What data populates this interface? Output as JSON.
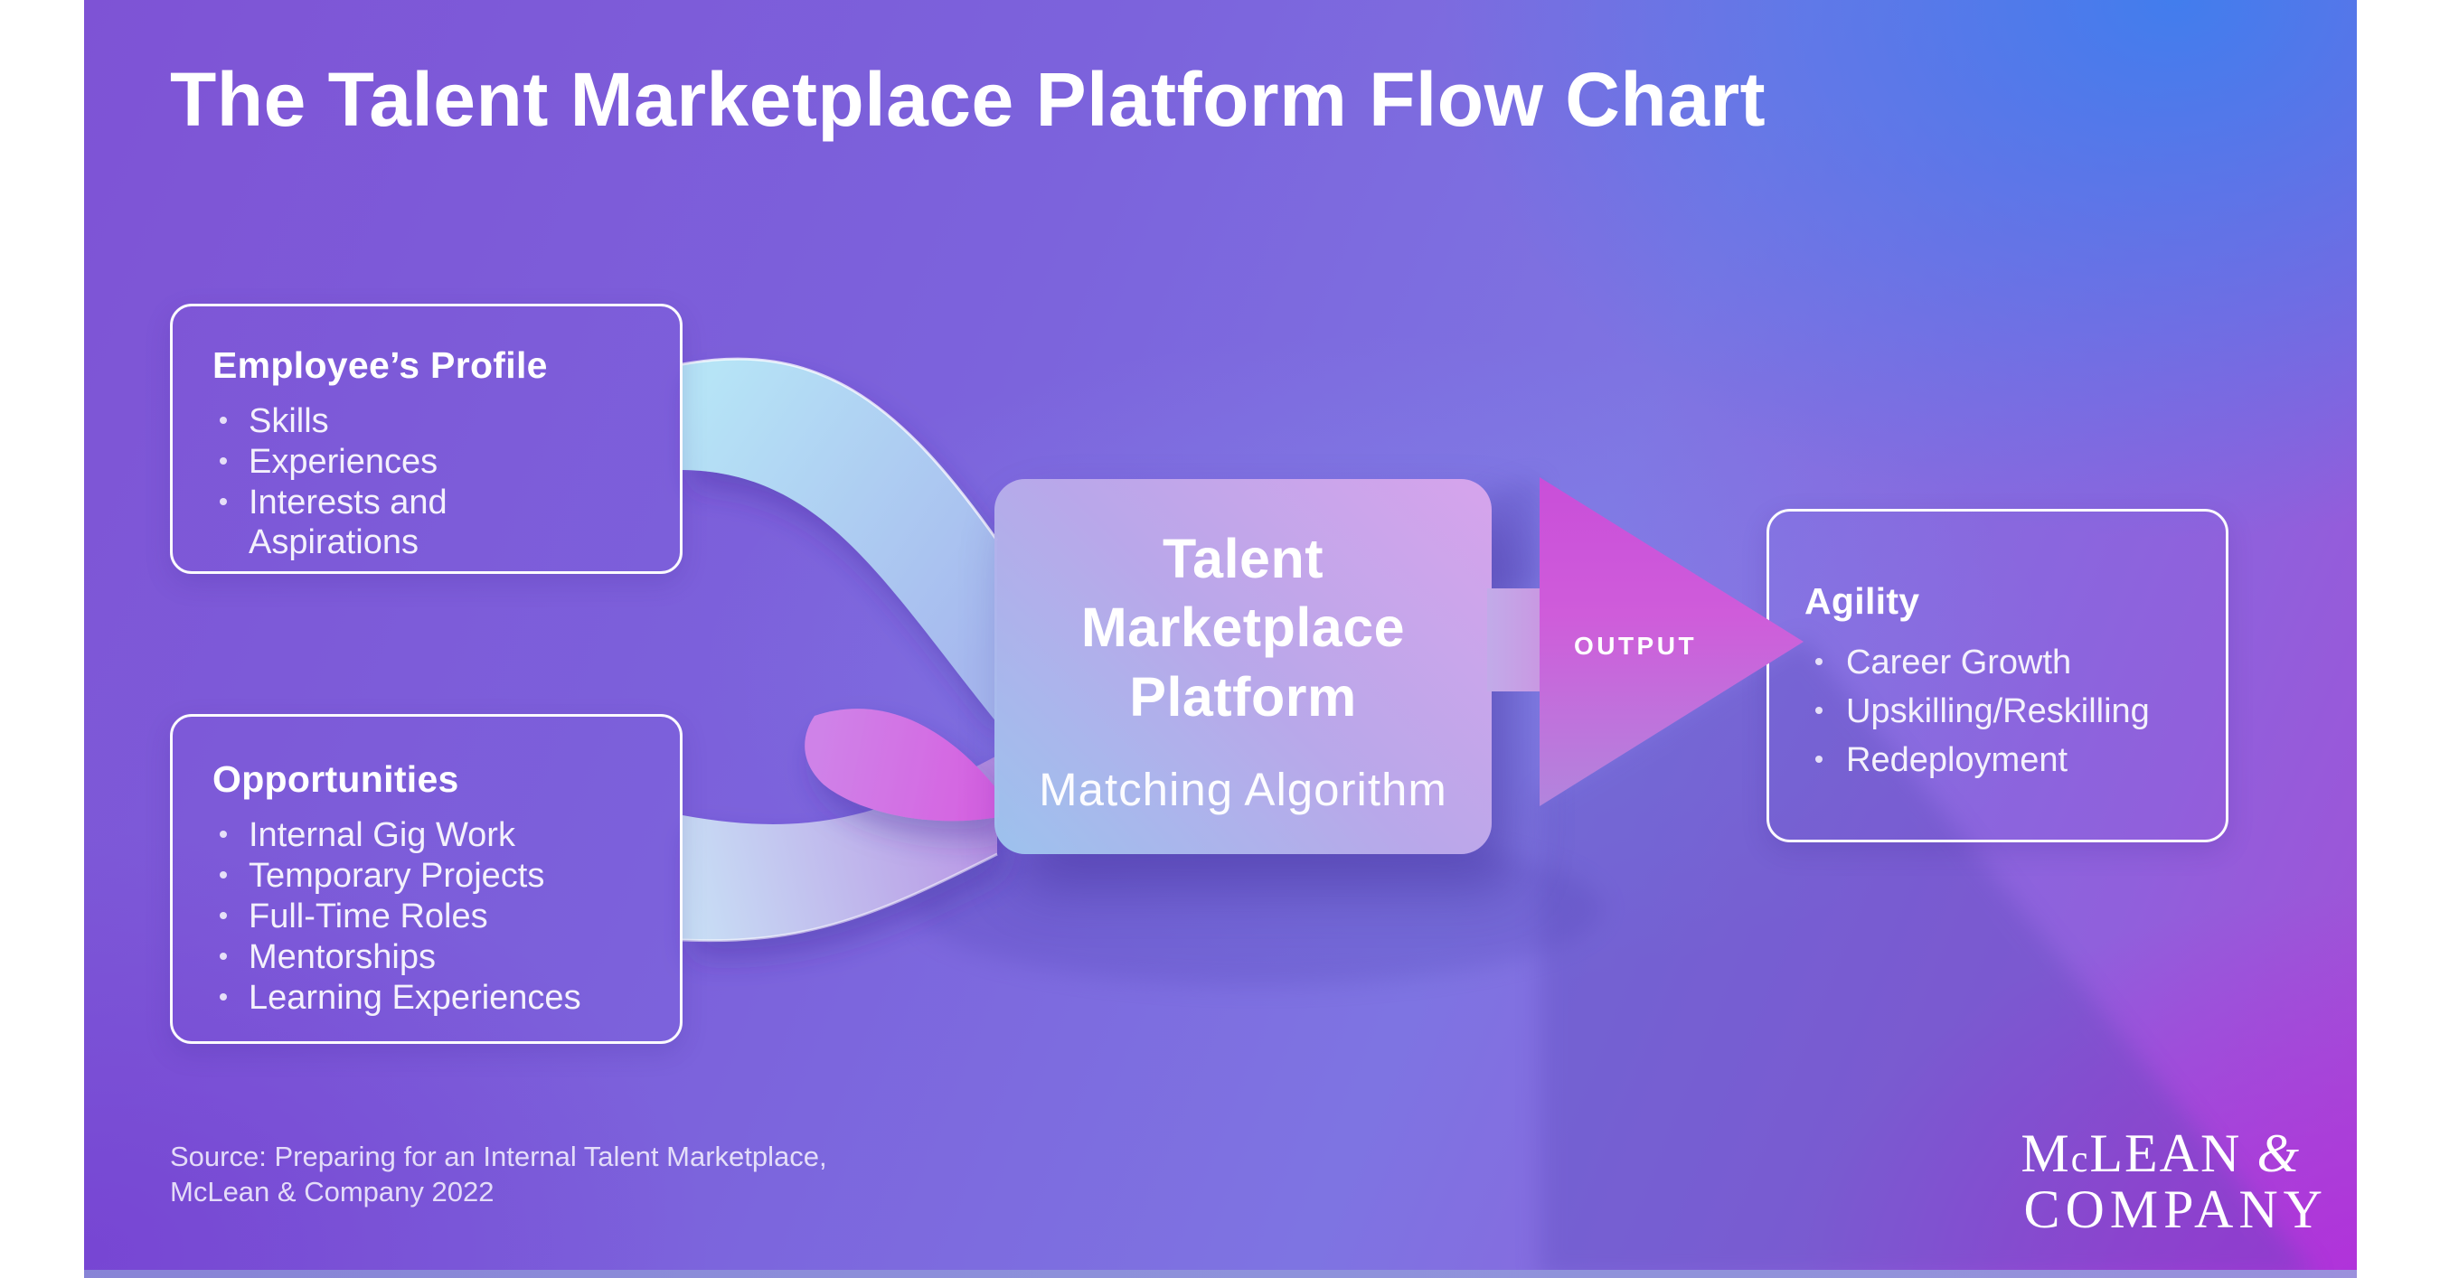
{
  "slide": {
    "title": "The Talent Marketplace Platform Flow Chart",
    "employee_profile": {
      "heading": "Employee’s Profile",
      "bullets": [
        "Skills",
        "Experiences",
        "Interests and Aspirations"
      ]
    },
    "opportunities": {
      "heading": "Opportunities",
      "bullets": [
        "Internal Gig Work",
        "Temporary Projects",
        "Full-Time Roles",
        "Mentorships",
        "Learning Experiences"
      ]
    },
    "platform": {
      "line1": "Talent",
      "line2": "Marketplace",
      "line3": "Platform",
      "subheading": "Matching Algorithm"
    },
    "arrow": {
      "label": "OUTPUT"
    },
    "agility": {
      "heading": "Agility",
      "bullets": [
        "Career Growth",
        "Upskilling/Reskilling",
        "Redeployment"
      ]
    },
    "source": {
      "line1": "Source: Preparing for an Internal Talent Marketplace,",
      "line2": "McLean & Company 2022"
    },
    "logo": {
      "line1_m": "M",
      "line1_c": "c",
      "line1_rest": "LEAN",
      "line1_amp": "&",
      "line2": "COMPANY"
    },
    "colors": {
      "bg_top_left": "#7e55d6",
      "bg_top_right": "#4f85e8",
      "bg_bottom_left": "#7a4ed2",
      "bg_bottom_right": "#a93bd4",
      "box_border": "#ffffff",
      "ribbon_blue_start": "#b6e4f6",
      "ribbon_blue_end": "#a6b8ee",
      "ribbon_lavender_start": "#c8def5",
      "ribbon_lavender_end": "#b893e4",
      "flap_magenta_start": "#cf82e8",
      "flap_magenta_end": "#d65fe0",
      "arrow_shaft_start": "#c2abe9",
      "arrow_shaft_end": "#c998e2",
      "arrow_head_top": "#c94ed9",
      "arrow_head_mid": "#cf5cda",
      "arrow_head_bottom": "#b285dd",
      "shadow": "#5646b8"
    }
  }
}
